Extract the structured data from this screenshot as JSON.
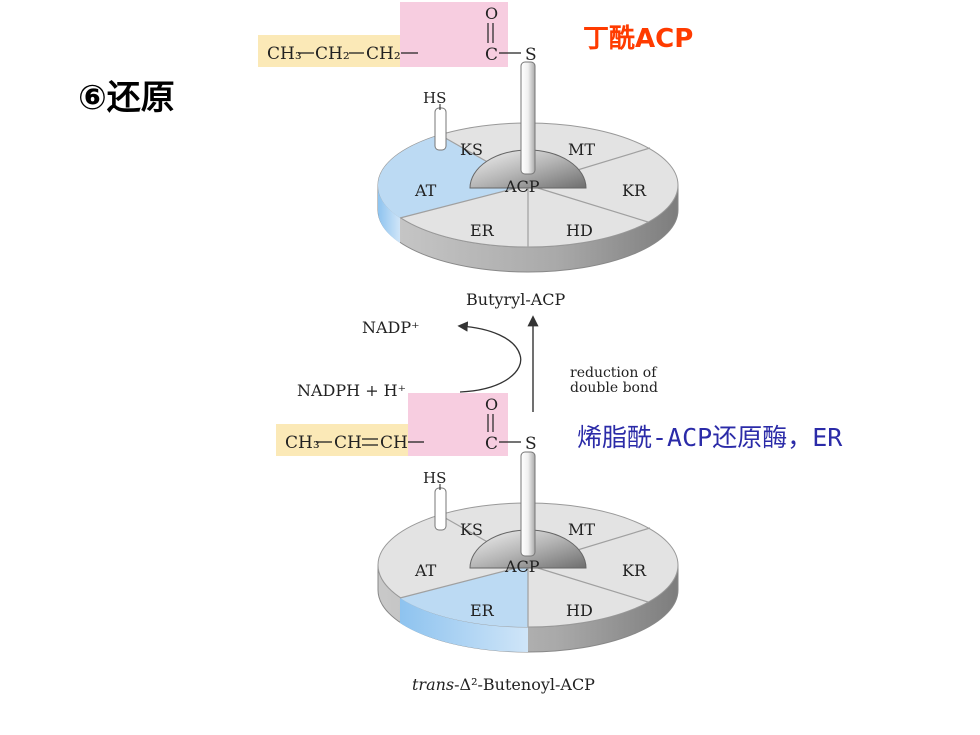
{
  "step_title": "⑥还原",
  "top_label": "丁酰ACP",
  "enzyme_label": "烯脂酰-ACP还原酶，ER",
  "top_molecule": {
    "ch3": "CH₃",
    "ch2a": "CH₂",
    "ch2b": "CH₂",
    "c": "C",
    "o": "O",
    "s": "S"
  },
  "bottom_molecule": {
    "ch3": "CH₃",
    "ch_a": "CH",
    "ch_b": "CH",
    "c": "C",
    "o": "O",
    "s": "S"
  },
  "hs_label": "HS",
  "top_disk": {
    "segments": [
      "KS",
      "MT",
      "KR",
      "HD",
      "ER",
      "AT"
    ],
    "hub": "ACP",
    "highlight": "AT",
    "caption": "Butyryl-ACP"
  },
  "bottom_disk": {
    "segments": [
      "KS",
      "MT",
      "KR",
      "HD",
      "ER",
      "AT"
    ],
    "hub": "ACP",
    "highlight": "ER",
    "caption_italic": "trans",
    "caption_rest": "-Δ²-Butenoyl-ACP"
  },
  "reaction": {
    "nadp": "NADP⁺",
    "nadph": "NADPH + H⁺",
    "note_line1": "reduction of",
    "note_line2": "double bond"
  },
  "colors": {
    "title": "#000000",
    "top_label": "#ff3b00",
    "enzyme_label": "#2b2ba8",
    "chain_highlight": "#fbe9b7",
    "carbonyl_highlight": "#f7cde0",
    "domain_highlight": "#bcdaf3",
    "domain_default": "#e3e3e3"
  }
}
